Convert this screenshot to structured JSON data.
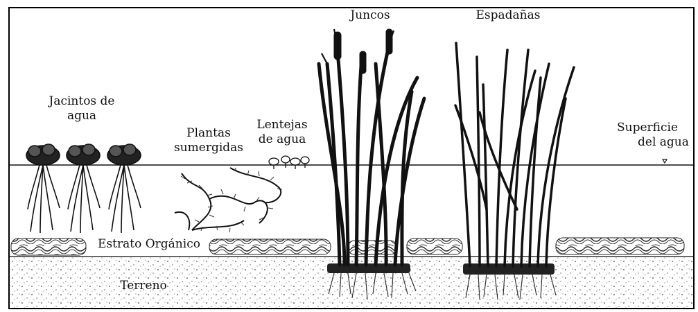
{
  "labels": {
    "jacintos_line1": "Jacintos de",
    "jacintos_line2": "agua",
    "plantas_line1": "Plantas",
    "plantas_line2": "sumergidas",
    "lentejas_line1": "Lentejas",
    "lentejas_line2": "de agua",
    "juncos": "Juncos",
    "espadanas": "Espadañas",
    "superficie_line1": "Superficie",
    "superficie_line2": "del agua",
    "estrato": "Estrato Orgánico",
    "terreno": "Terreno"
  },
  "colors": {
    "ink": "#111111",
    "background": "#ffffff",
    "sediment": "#dcdcdc"
  }
}
